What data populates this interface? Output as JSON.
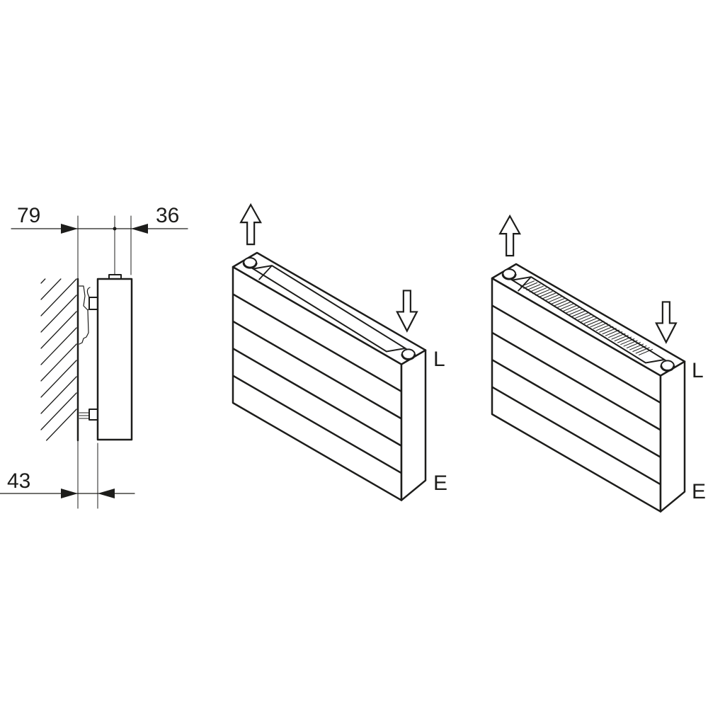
{
  "dimensions": {
    "wall_to_front": "79",
    "depth": "36",
    "wall_to_back": "43"
  },
  "views": [
    {
      "name": "radiator-slot-view",
      "top_label": "L",
      "bottom_label": "E",
      "arrows": [
        "up-arrow",
        "down-arrow"
      ]
    },
    {
      "name": "radiator-fins-view",
      "top_label": "L",
      "bottom_label": "E",
      "arrows": [
        "up-arrow",
        "down-arrow"
      ]
    }
  ],
  "colors": {
    "line": "#1d1d1b",
    "background": "#ffffff"
  }
}
